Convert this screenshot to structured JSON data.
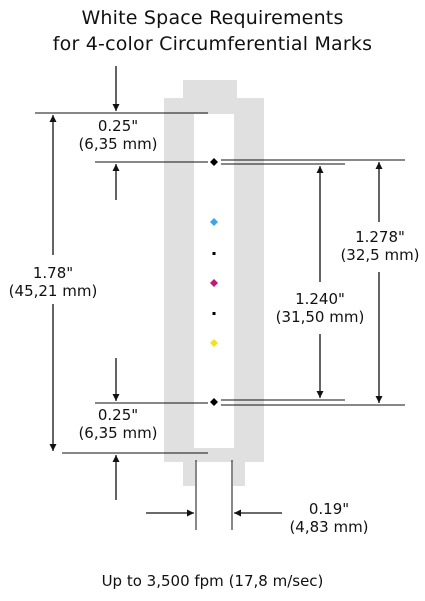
{
  "title": {
    "line1": "White Space Requirements",
    "line2": "for 4-color Circumferential Marks"
  },
  "dimensions": {
    "top_clearance": {
      "inches": "0.25\"",
      "mm": "(6,35 mm)"
    },
    "total_height": {
      "inches": "1.78\"",
      "mm": "(45,21 mm)"
    },
    "outer_span": {
      "inches": "1.278\"",
      "mm": "(32,5 mm)"
    },
    "inner_span": {
      "inches": "1.240\"",
      "mm": "(31,50 mm)"
    },
    "bottom_clearance": {
      "inches": "0.25\"",
      "mm": "(6,35 mm)"
    },
    "mark_width": {
      "inches": "0.19\"",
      "mm": "(4,83 mm)"
    }
  },
  "marks": [
    {
      "name": "black-top",
      "color": "#000000"
    },
    {
      "name": "cyan",
      "color": "#3aa6e8"
    },
    {
      "name": "black-dot-1",
      "color": "#000000"
    },
    {
      "name": "magenta",
      "color": "#c2187a"
    },
    {
      "name": "black-dot-2",
      "color": "#000000"
    },
    {
      "name": "yellow",
      "color": "#f2e21a"
    },
    {
      "name": "black-bottom",
      "color": "#000000"
    }
  ],
  "colors": {
    "strip": "#e0e0e0",
    "line": "#111111"
  },
  "footer": "Up to 3,500 fpm (17,8 m/sec)"
}
